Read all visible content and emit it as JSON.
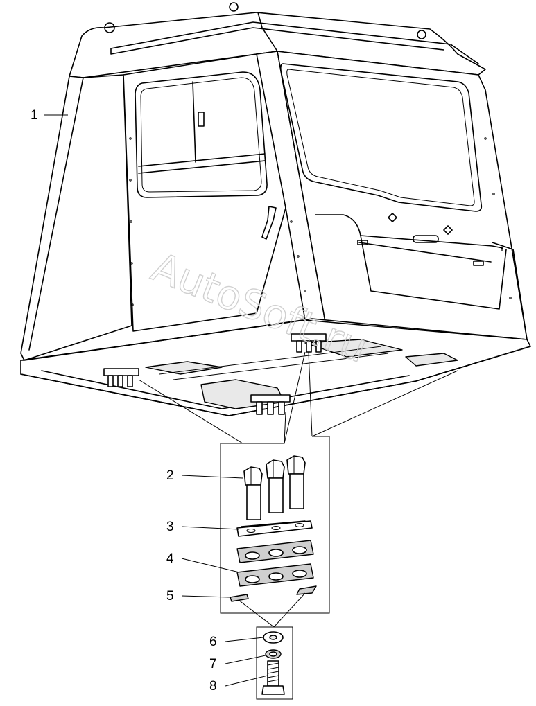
{
  "diagram": {
    "watermark": "AutoSoft.ru",
    "callouts": [
      {
        "id": "c1",
        "label": "1"
      },
      {
        "id": "c2",
        "label": "2"
      },
      {
        "id": "c3",
        "label": "3"
      },
      {
        "id": "c4",
        "label": "4"
      },
      {
        "id": "c5",
        "label": "5"
      },
      {
        "id": "c6",
        "label": "6"
      },
      {
        "id": "c7",
        "label": "7"
      },
      {
        "id": "c8",
        "label": "8"
      }
    ],
    "colors": {
      "line": "#000000",
      "background": "#ffffff",
      "watermark": "#d0d0d0"
    }
  }
}
